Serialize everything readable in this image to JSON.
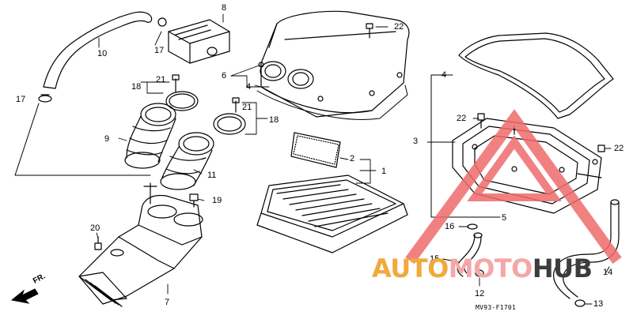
{
  "callouts": {
    "c1": "1",
    "c2": "2",
    "c3": "3",
    "c4a": "4",
    "c4b": "4",
    "c5": "5",
    "c6": "6",
    "c7": "7",
    "c8": "8",
    "c9": "9",
    "c10": "10",
    "c11": "11",
    "c12": "12",
    "c13": "13",
    "c14": "14",
    "c15": "15",
    "c16": "16",
    "c17a": "17",
    "c17b": "17",
    "c18a": "18",
    "c18b": "18",
    "c19": "19",
    "c20": "20",
    "c21a": "21",
    "c21b": "21",
    "c22a": "22",
    "c22b": "22",
    "c22c": "22"
  },
  "diagram_code": "MV93-F1701",
  "direction_label": "FR.",
  "watermark": {
    "part1": "AUTO",
    "part2": "MOTO",
    "part3": "HUB",
    "colors": {
      "auto": "#f2a93b",
      "moto": "#f4a7a7",
      "hub": "#3c3c3c",
      "triangle": "#ee6b6b"
    }
  }
}
